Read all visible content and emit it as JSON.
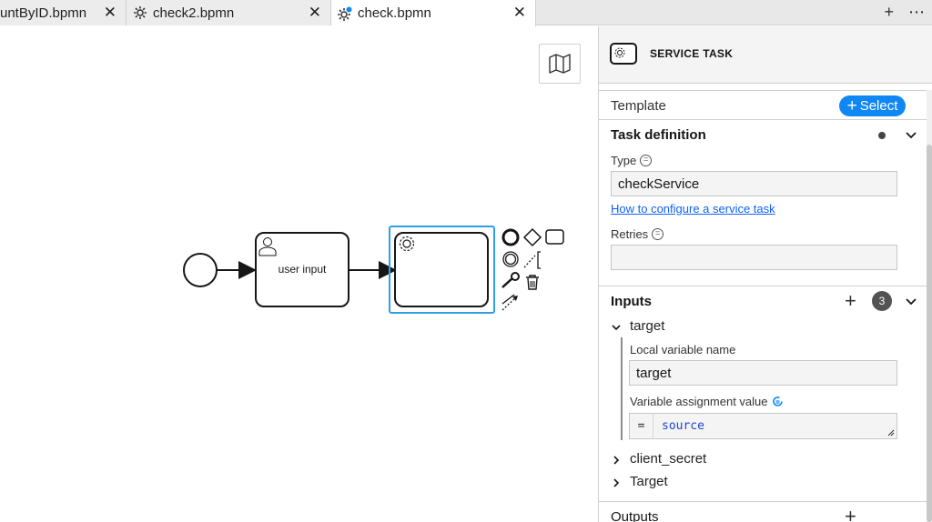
{
  "tabs": [
    {
      "label": "untByID.bpmn",
      "active": false,
      "icon": "none"
    },
    {
      "label": "check2.bpmn",
      "active": false,
      "icon": "gear-icon"
    },
    {
      "label": "check.bpmn",
      "active": true,
      "icon": "gear-unsaved-icon"
    }
  ],
  "tab_actions": {
    "add": "+",
    "more": "⋯"
  },
  "diagram": {
    "user_task_label": "user input",
    "selected_element": "service-task"
  },
  "panel": {
    "header_title": "SERVICE TASK",
    "template": {
      "label": "Template",
      "button": "Select"
    },
    "task_definition": {
      "title": "Task definition",
      "type_label": "Type",
      "type_value": "checkService",
      "help_link": "How to configure a service task",
      "retries_label": "Retries",
      "retries_value": ""
    },
    "inputs": {
      "title": "Inputs",
      "count": "3",
      "items": [
        {
          "name": "target",
          "expanded": true,
          "local_variable_label": "Local variable name",
          "local_variable_value": "target",
          "assignment_label": "Variable assignment value",
          "assignment_prefix": "=",
          "assignment_value": "source"
        },
        {
          "name": "client_secret",
          "expanded": false
        },
        {
          "name": "Target",
          "expanded": false
        }
      ]
    },
    "outputs": {
      "title": "Outputs"
    }
  },
  "colors": {
    "accent": "#0f88f5",
    "selection": "#2f9fe6",
    "link": "#0f62fe"
  }
}
